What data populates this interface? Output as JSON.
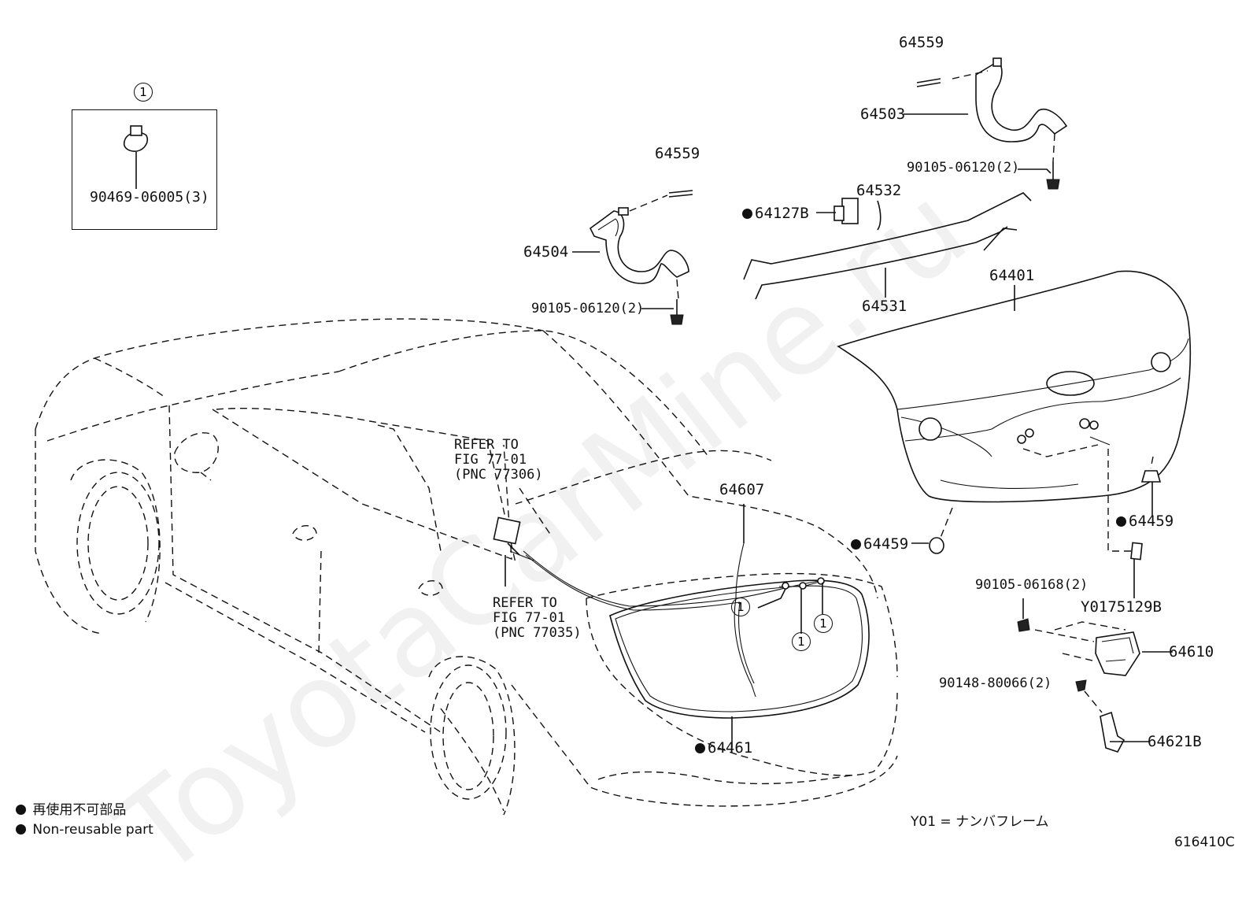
{
  "watermark": "ToyotaCarMine.ru",
  "figure_code": "616410C",
  "inset": {
    "callout": "1",
    "part": "90469-06005(3)"
  },
  "refer_1": {
    "line1": "REFER TO",
    "line2": "FIG 77-01",
    "line3": "(PNC 77306)"
  },
  "refer_2": {
    "line1": "REFER TO",
    "line2": "FIG 77-01",
    "line3": "(PNC 77035)"
  },
  "parts": {
    "p64559_top": "64559",
    "p64503": "64503",
    "p90105_top": "90105-06120(2)",
    "p64532": "64532",
    "p64127b": "64127B",
    "p64559_left": "64559",
    "p64504": "64504",
    "p90105_left": "90105-06120(2)",
    "p64531": "64531",
    "p64401": "64401",
    "p64607": "64607",
    "p64459_left": "64459",
    "p64459_right": "64459",
    "py01": "Y0175129B",
    "p90105_06168": "90105-06168(2)",
    "p64610": "64610",
    "p90148": "90148-80066(2)",
    "p64621b": "64621B",
    "p64461": "64461"
  },
  "callouts": [
    "1",
    "1",
    "1"
  ],
  "legend": {
    "item1": "再使用不可部品",
    "item2": "Non-reusable part",
    "y01_note": "Y01 = ナンバフレーム"
  }
}
